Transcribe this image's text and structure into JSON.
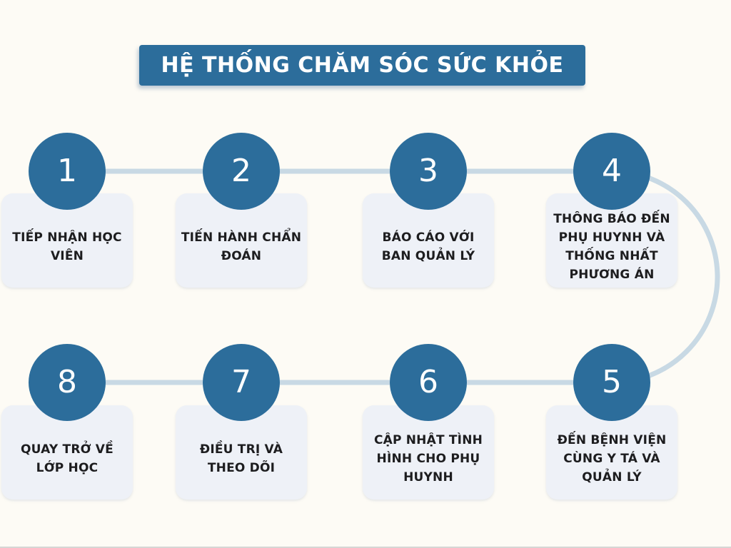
{
  "title": "HỆ THỐNG CHĂM SÓC SỨC KHỎE",
  "steps": [
    {
      "number": "1",
      "label": "TIẾP NHẬN HỌC\nVIÊN"
    },
    {
      "number": "2",
      "label": "TIẾN HÀNH CHẨN\nĐOÁN"
    },
    {
      "number": "3",
      "label": "BÁO CÁO VỚI\nBAN QUẢN LÝ"
    },
    {
      "number": "4",
      "label": "THÔNG BÁO ĐẾN\nPHỤ HUYNH VÀ\nTHỐNG NHẤT\nPHƯƠNG ÁN"
    },
    {
      "number": "5",
      "label": "ĐẾN BỆNH VIỆN\nCÙNG Y TÁ VÀ\nQUẢN LÝ"
    },
    {
      "number": "6",
      "label": "CẬP NHẬT TÌNH\nHÌNH CHO PHỤ\nHUYNH"
    },
    {
      "number": "7",
      "label": "ĐIỀU TRỊ VÀ\nTHEO DÕI"
    },
    {
      "number": "8",
      "label": "QUAY TRỞ VỀ\nLỚP HỌC"
    }
  ],
  "colors": {
    "accent_blue": "#2c6d9b",
    "connector_line": "#c8d9e4",
    "card_background": "#eef1f7",
    "page_background": "#fdfbf5",
    "card_text": "#1d1d1f",
    "title_text": "#ffffff"
  }
}
